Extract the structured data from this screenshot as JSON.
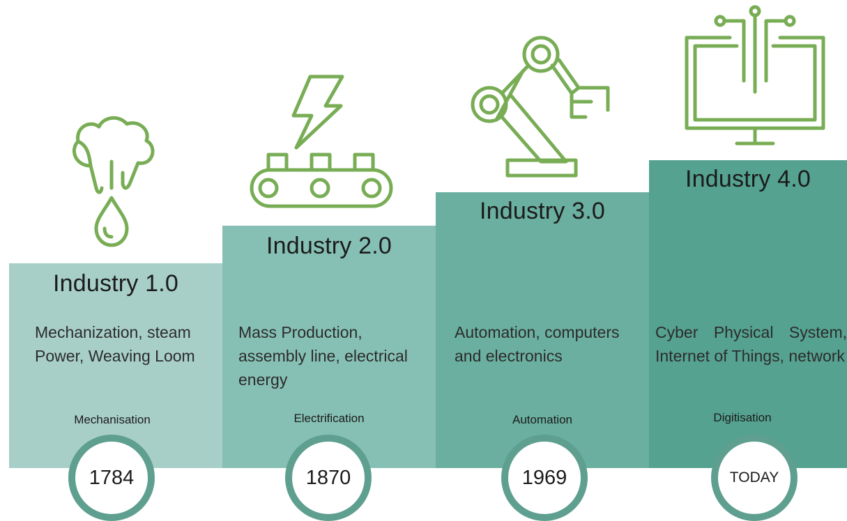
{
  "colors": {
    "step1": "#a7cfc8",
    "step2": "#86c0b4",
    "step3": "#6aaf9f",
    "step4": "#55a290",
    "icon_stroke": "#78ad55",
    "ring": "#5e9f8f"
  },
  "stages": [
    {
      "title": "Industry 1.0",
      "description": "Mechanization, steam Power, Weaving Loom",
      "era": "Mechanisation",
      "year": "1784",
      "icon": "steam-icon"
    },
    {
      "title": "Industry 2.0",
      "description": "Mass Production, assembly line, electrical energy",
      "era": "Electrification",
      "year": "1870",
      "icon": "conveyor-electricity-icon"
    },
    {
      "title": "Industry 3.0",
      "description": "Automation, computers and electronics",
      "era": "Automation",
      "year": "1969",
      "icon": "robot-arm-icon"
    },
    {
      "title": "Industry 4.0",
      "description": "Cyber Physical System, Internet of Things, network",
      "era": "Digitisation",
      "year": "TODAY",
      "icon": "digital-monitor-icon"
    }
  ]
}
